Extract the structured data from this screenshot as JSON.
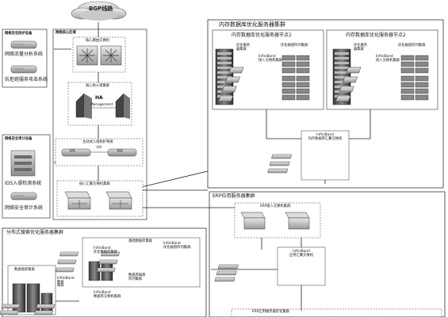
{
  "diagram": {
    "bgp_cloud": "BGP线路",
    "left_panel": {
      "top_title": "网络安全防护设备",
      "flow_analysis": "网络流量分析系统",
      "ddos": "抗拒绝服务攻击系统",
      "bottom_title": "网络安全审计设备",
      "ids": "IDS入侵检测系统",
      "audit": "网络安全审计系统"
    },
    "core_area": {
      "title": "网络核心区域",
      "core_switch": "核心路由交换机",
      "core_switch_group": "核心防火墙集群",
      "ha": "HA",
      "management": "Management",
      "ips_title": "主动式入侵防护系统",
      "ha_small": "HA",
      "ips_left": "IPS",
      "ips_right": "IPS",
      "aggregation": "核心汇聚交换机集群"
    },
    "memdb_cluster": {
      "title": "内存数据库优化服务器集群",
      "node1": "内存数据库优化服务器节点1",
      "node2": "内存数据库优化服务器节点2",
      "server_cluster": "优化服务器集群",
      "ib_access": "InfiniBand\n接入交换机集群",
      "storage_array": "优化磁盘阵列集群",
      "ib_core": "InfiniBand\n内存数据库汇聚交换机"
    },
    "erp_cluster": {
      "title": "ERP应用服务器集群",
      "access_switch": "ERP接入交换机集群",
      "ib_app": "InfiniBand\n应用汇聚交换机",
      "bottom_title": "ERP应用服务器优化集群"
    },
    "search_cluster": {
      "title": "分布式搜索优化服务器集群",
      "base_db": "基础数据库集群",
      "ib_db_cluster": "InfiniBand\n优化数据库集群",
      "storage_array": "数据库磁盘\n阵列集群",
      "ib_storage": "InfiniBand\n优化磁盘阵列集群",
      "data_cluster": "数据搜索集群",
      "ib_data": "InfiniBand\n数据\n集群",
      "ib_data2": "InfiniBand\n数据库交换机集群"
    }
  }
}
